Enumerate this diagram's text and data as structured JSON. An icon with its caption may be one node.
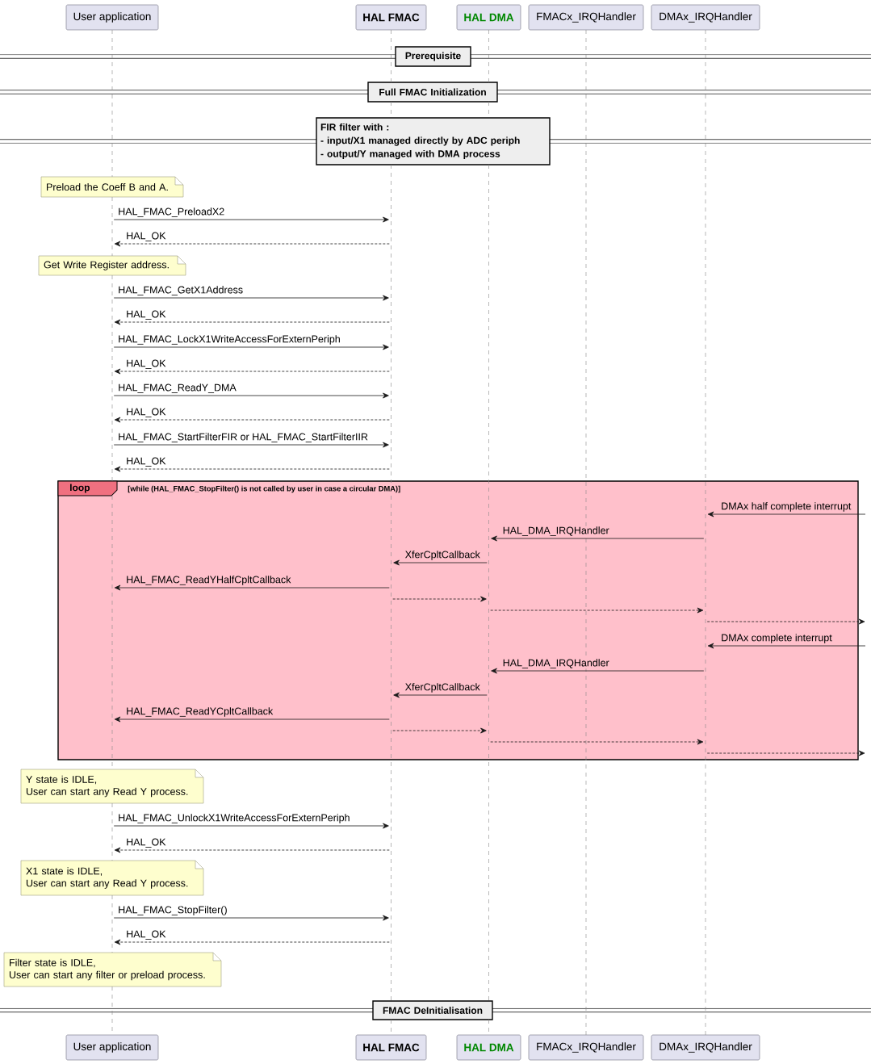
{
  "diagram": {
    "nodes": [
      {
        "text": [
          "User application"
        ]
      },
      {
        "text": [
          "HAL FMAC"
        ]
      },
      {
        "text": [
          "HAL DMA"
        ]
      },
      {
        "text": [
          "FMACx_IRQHandler"
        ]
      },
      {
        "text": [
          "DMAx_IRQHandler"
        ]
      },
      {
        "text": [
          "Prerequisite"
        ]
      },
      {
        "text": [
          "Full FMAC Initialization"
        ]
      },
      {
        "text": [
          "FIR filter with :",
          "- input/X1 managed directly by ADC periph",
          "- output/Y managed with DMA  process"
        ]
      },
      {
        "text": [
          "Preload the Coeff B and A."
        ]
      },
      {
        "text": [
          "Get Write Register address."
        ]
      },
      {
        "text": [
          "loop"
        ]
      },
      {
        "text": [
          "Y state is IDLE,",
          "User can start any Read Y process."
        ]
      },
      {
        "text": [
          "X1 state is IDLE,",
          "User can start any Read Y process."
        ]
      },
      {
        "text": [
          "Filter state is IDLE,",
          "User can start any filter or preload process."
        ]
      },
      {
        "text": [
          "FMAC DeInitialisation"
        ]
      },
      {
        "text": [
          "User application"
        ]
      },
      {
        "text": [
          "HAL FMAC"
        ]
      },
      {
        "text": [
          "HAL DMA"
        ]
      },
      {
        "text": [
          "FMACx_IRQHandler"
        ]
      },
      {
        "text": [
          "DMAx_IRQHandler"
        ]
      },
      {
        "text": [],
        "shape": "line"
      },
      {
        "text": [],
        "shape": "line"
      },
      {
        "text": [],
        "shape": "line"
      },
      {
        "text": [],
        "shape": "line"
      },
      {
        "text": [],
        "shape": "line"
      }
    ],
    "edges": [
      {
        "from": 20,
        "to": 21,
        "arrow": "to",
        "label": "HAL_FMAC_PreloadX2"
      },
      {
        "from": 21,
        "to": 20,
        "arrow": "to",
        "label": "HAL_OK",
        "style": "dashed"
      },
      {
        "from": 20,
        "to": 21,
        "arrow": "to",
        "label": "HAL_FMAC_GetX1Address"
      },
      {
        "from": 21,
        "to": 20,
        "arrow": "to",
        "label": "HAL_OK",
        "style": "dashed"
      },
      {
        "from": 20,
        "to": 21,
        "arrow": "to",
        "label": "HAL_FMAC_LockX1WriteAccessForExternPeriph"
      },
      {
        "from": 21,
        "to": 20,
        "arrow": "to",
        "label": "HAL_OK",
        "style": "dashed"
      },
      {
        "from": 20,
        "to": 21,
        "arrow": "to",
        "label": "HAL_FMAC_ReadY_DMA"
      },
      {
        "from": 21,
        "to": 20,
        "arrow": "to",
        "label": "HAL_OK",
        "style": "dashed"
      },
      {
        "from": 20,
        "to": 21,
        "arrow": "to",
        "label": "HAL_FMAC_StartFilterFIR or HAL_FMAC_StartFilterIIR"
      },
      {
        "from": 21,
        "to": 20,
        "arrow": "to",
        "label": "HAL_OK",
        "style": "dashed"
      },
      {
        "from": null,
        "to": 24,
        "arrow": "to",
        "label": "DMAx half complete interrupt"
      },
      {
        "from": 24,
        "to": 22,
        "arrow": "to",
        "label": "HAL_DMA_IRQHandler"
      },
      {
        "from": 22,
        "to": 21,
        "arrow": "to",
        "label": "XferCpltCallback"
      },
      {
        "from": 21,
        "to": 20,
        "arrow": "to",
        "label": "HAL_FMAC_ReadYHalfCpltCallback"
      },
      {
        "from": 21,
        "to": 22,
        "arrow": "to",
        "style": "dashed"
      },
      {
        "from": 22,
        "to": 24,
        "arrow": "to",
        "style": "dashed"
      },
      {
        "from": 24,
        "to": null,
        "arrow": "to",
        "style": "dashed"
      },
      {
        "from": null,
        "to": 24,
        "arrow": "to",
        "label": "DMAx complete interrupt"
      },
      {
        "from": 24,
        "to": 22,
        "arrow": "to",
        "label": "HAL_DMA_IRQHandler"
      },
      {
        "from": 22,
        "to": 21,
        "arrow": "to",
        "label": "XferCpltCallback"
      },
      {
        "from": 21,
        "to": 20,
        "arrow": "to",
        "label": "HAL_FMAC_ReadYCpltCallback"
      },
      {
        "from": 21,
        "to": 22,
        "arrow": "to",
        "style": "dashed"
      },
      {
        "from": 22,
        "to": 24,
        "arrow": "to",
        "style": "dashed"
      },
      {
        "from": 24,
        "to": null,
        "arrow": "to",
        "style": "dashed"
      },
      {
        "from": 20,
        "to": 21,
        "arrow": "to",
        "label": "HAL_FMAC_UnlockX1WriteAccessForExternPeriph"
      },
      {
        "from": 21,
        "to": 20,
        "arrow": "to",
        "label": "HAL_OK",
        "style": "dashed"
      },
      {
        "from": 20,
        "to": 21,
        "arrow": "to",
        "label": "HAL_FMAC_StopFilter()"
      },
      {
        "from": 21,
        "to": 20,
        "arrow": "to",
        "label": "HAL_OK",
        "style": "dashed"
      }
    ],
    "labels": [
      "[while (HAL_FMAC_StopFilter() is not called by user in case a circular DMA)]"
    ]
  }
}
